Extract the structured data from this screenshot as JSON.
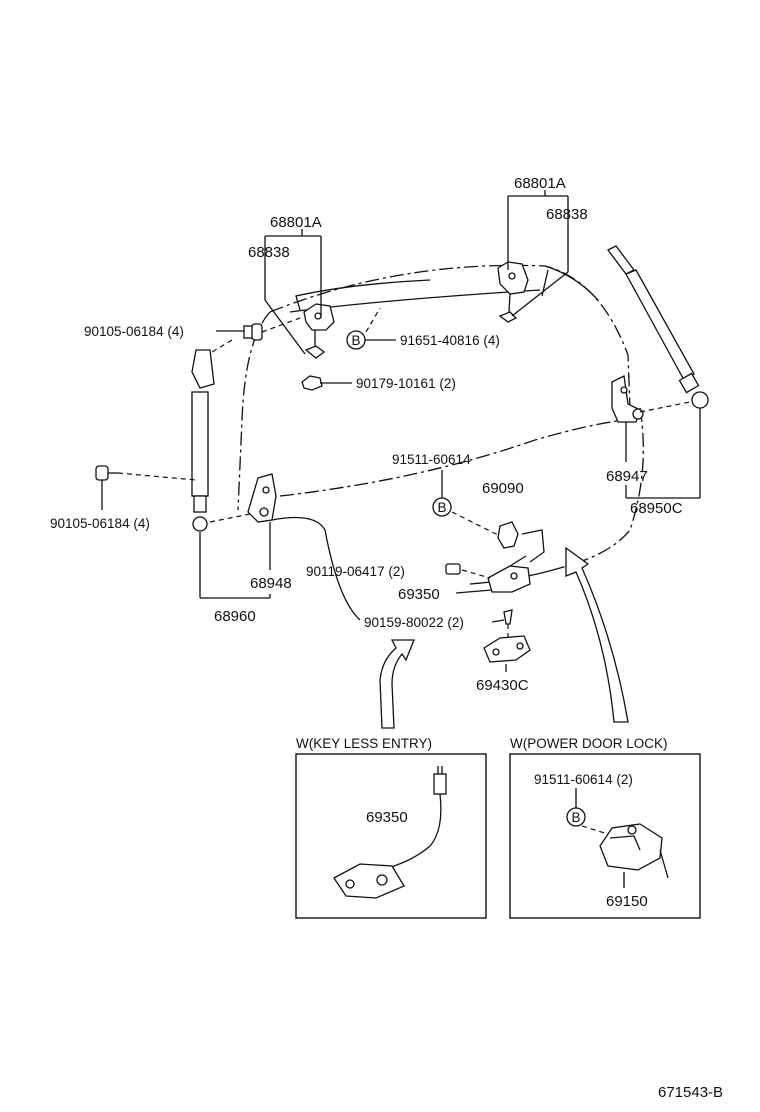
{
  "parts": {
    "hinge_set_left": "68801A",
    "hinge_left": "68838",
    "hinge_set_right": "68801A",
    "hinge_right": "68838",
    "bolt_hinge": "90105-06184 (4)",
    "screw_b_top": "91651-40816 (4)",
    "nut_clip": "90179-10161 (2)",
    "bolt_damper_left": "90105-06184 (4)",
    "screw_b_mid": "91511-60614",
    "rod_clip": "69090",
    "bracket_right": "68947",
    "stay_right": "68950C",
    "bracket_left": "68948",
    "stay_left": "68960",
    "bolt_lock": "90119-06417 (2)",
    "lock_assy": "69350",
    "screw_striker": "90159-80022 (2)",
    "striker": "69430C"
  },
  "panels": {
    "keyless": {
      "title": "W(KEY LESS ENTRY)",
      "part": "69350"
    },
    "power_lock": {
      "title": "W(POWER DOOR LOCK)",
      "screw": "91511-60614 (2)",
      "part": "69150"
    }
  },
  "marker": "B",
  "figure_code": "671543-B"
}
